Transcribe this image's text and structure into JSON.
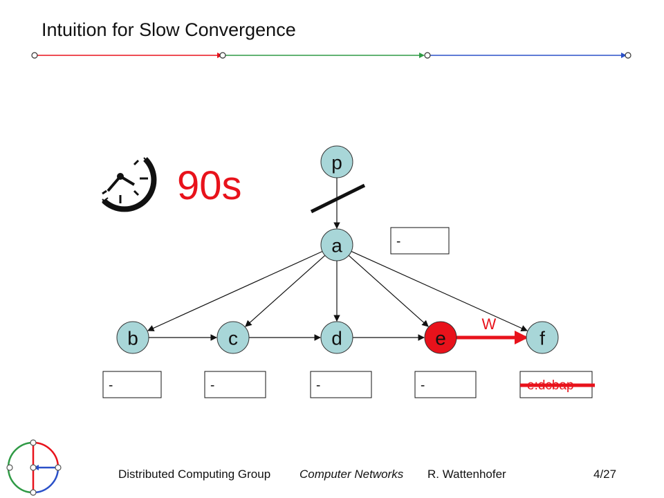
{
  "slide": {
    "title": "Intuition for Slow Convergence",
    "timer": "90s"
  },
  "colors": {
    "node_fill": "#a8d6d8",
    "node_highlight": "#e8121b",
    "accent_red": "#e8121b",
    "accent_green": "#2f9a45",
    "accent_blue": "#2a50c8"
  },
  "graph": {
    "nodes": [
      {
        "id": "p",
        "label": "p"
      },
      {
        "id": "a",
        "label": "a"
      },
      {
        "id": "b",
        "label": "b"
      },
      {
        "id": "c",
        "label": "c"
      },
      {
        "id": "d",
        "label": "d"
      },
      {
        "id": "e",
        "label": "e",
        "highlight": true
      },
      {
        "id": "f",
        "label": "f"
      }
    ],
    "edges": [
      {
        "from": "p",
        "to": "a",
        "cut": true
      },
      {
        "from": "a",
        "to": "b"
      },
      {
        "from": "a",
        "to": "c"
      },
      {
        "from": "a",
        "to": "d"
      },
      {
        "from": "a",
        "to": "e"
      },
      {
        "from": "a",
        "to": "f"
      },
      {
        "from": "b",
        "to": "c"
      },
      {
        "from": "c",
        "to": "d"
      },
      {
        "from": "d",
        "to": "e"
      },
      {
        "from": "e",
        "to": "f",
        "highlight": true,
        "label": "W"
      }
    ],
    "tables": {
      "a": "-",
      "b": "-",
      "c": "-",
      "d": "-",
      "e": "-",
      "f": "e:dcbap"
    }
  },
  "footer": {
    "group": "Distributed Computing Group",
    "course": "Computer Networks",
    "author": "R. Wattenhofer",
    "page": "4/27"
  },
  "icons": {
    "timer": "stopwatch-icon",
    "logo": "network-logo-icon"
  }
}
